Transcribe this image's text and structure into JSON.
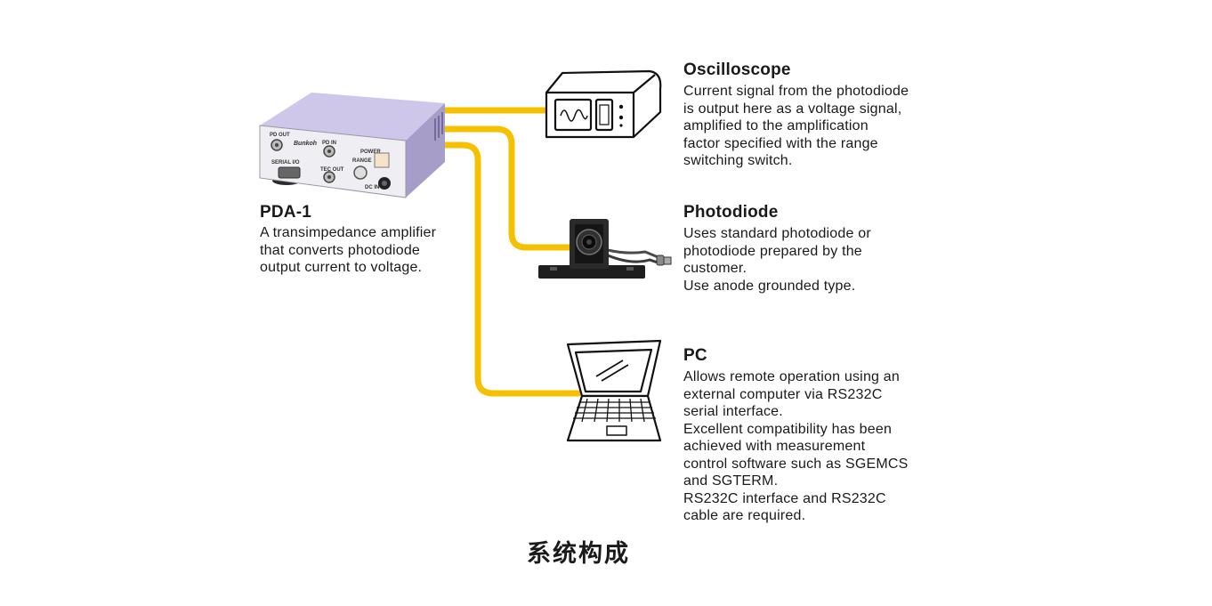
{
  "device": {
    "name": "PDA-1",
    "description": "A transimpedance amplifier\nthat converts photodiode\noutput current to voltage.",
    "panel_labels": {
      "pd_out": "PD OUT",
      "pd_in": "PD IN",
      "power": "POWER",
      "range": "RANGE",
      "serial": "SERIAL I/O",
      "tec_out": "TEC OUT",
      "dc_in": "DC IN",
      "brand": "Bunkoh"
    }
  },
  "components": [
    {
      "name": "Oscilloscope",
      "description": "Current signal from the photodiode\nis output here as a voltage signal,\namplified to the amplification\nfactor specified with the range\nswitching switch."
    },
    {
      "name": "Photodiode",
      "description": "Uses standard photodiode or\nphotodiode prepared by the\ncustomer.\nUse anode grounded type."
    },
    {
      "name": "PC",
      "description": "Allows remote operation using an\nexternal computer via RS232C\nserial interface.\nExcellent compatibility has been\nachieved with measurement\ncontrol software such as SGEMCS\nand SGTERM.\nRS232C interface and RS232C\ncable are required."
    }
  ],
  "caption": "系统构成",
  "colors": {
    "cable": "#f5c000",
    "device_body": "#cfc7ea",
    "device_front": "#efeff3",
    "text": "#1a1a1a"
  }
}
